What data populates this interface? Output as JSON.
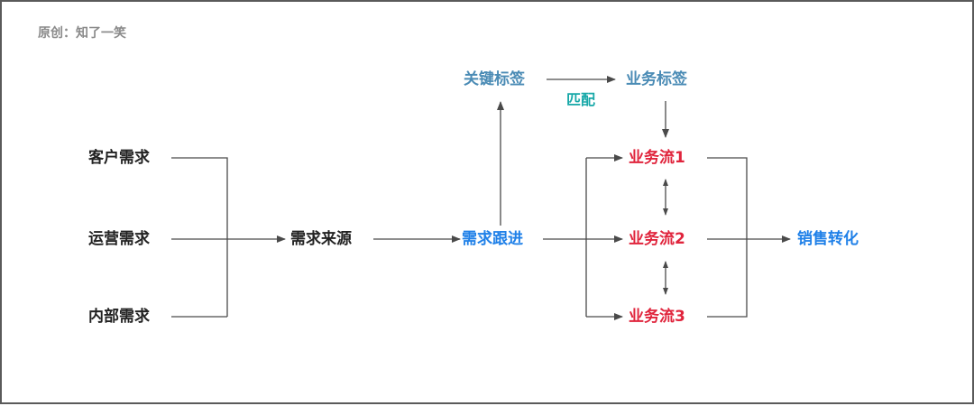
{
  "credit": "原创：知了一笑",
  "nodes": {
    "customer_demand": "客户需求",
    "operation_demand": "运营需求",
    "internal_demand": "内部需求",
    "demand_source": "需求来源",
    "demand_followup": "需求跟进",
    "keyword_tags": "关键标签",
    "business_tags": "业务标签",
    "match": "匹配",
    "flow1": "业务流1",
    "flow2": "业务流2",
    "flow3": "业务流3",
    "sales_conversion": "销售转化"
  },
  "colors": {
    "line": "#4a4a4a",
    "text": "#222222",
    "tag": "#4a8bb5",
    "blue": "#1f80e8",
    "red": "#e0243c",
    "teal": "#17a8a8"
  }
}
